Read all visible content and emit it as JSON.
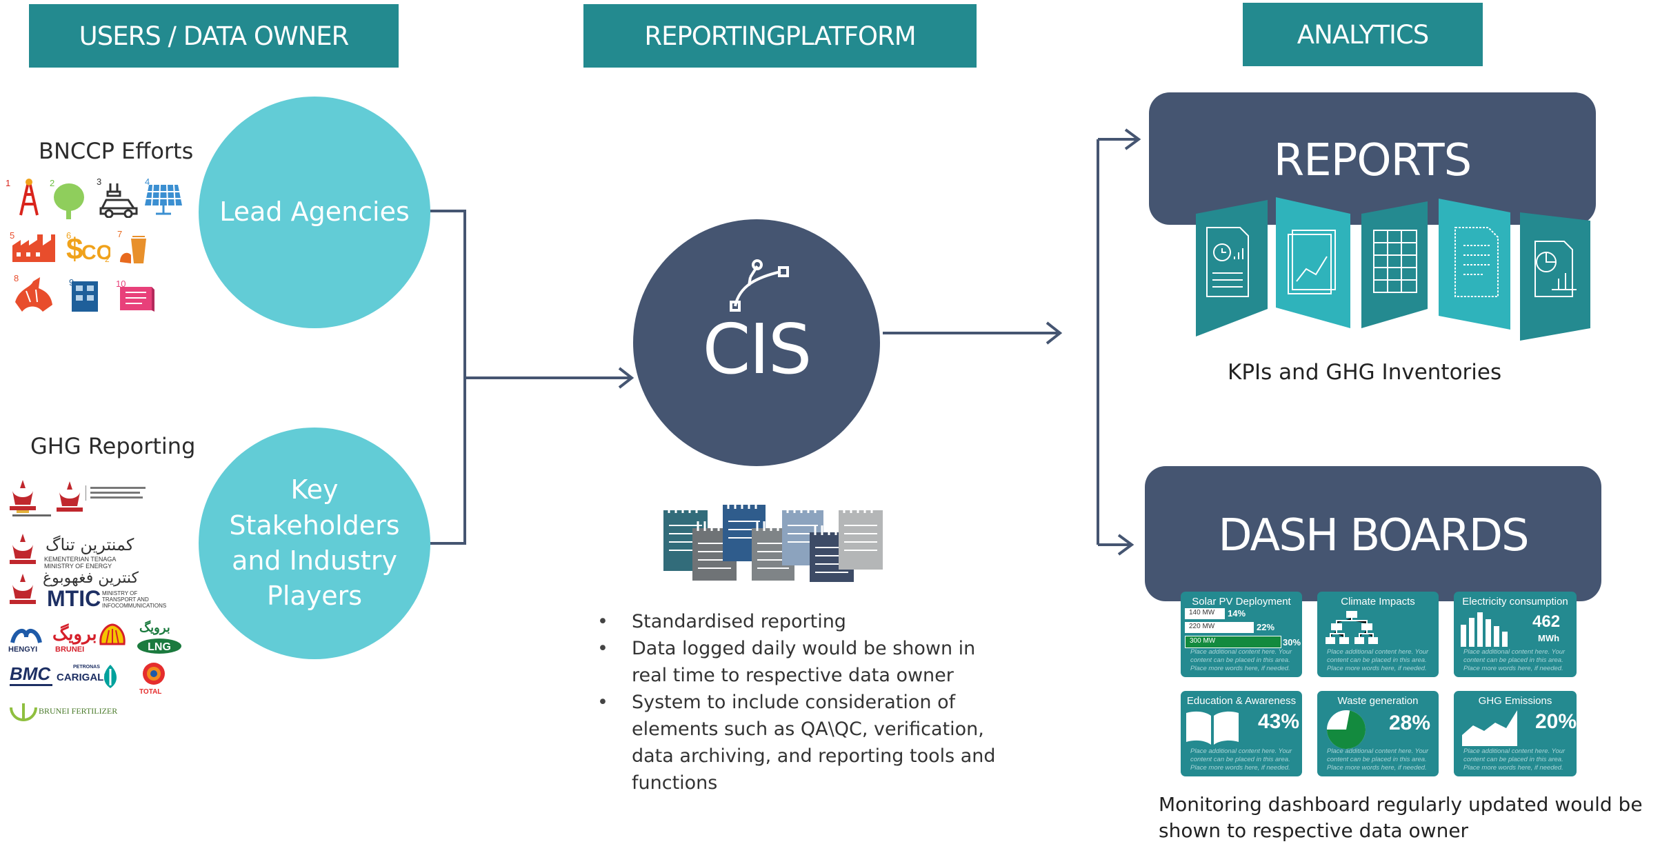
{
  "headers": {
    "users": "USERS / DATA OWNER",
    "platform": "REPORTINGPLATFORM",
    "analytics": "ANALYTICS"
  },
  "left": {
    "bnccp_title": "BNCCP Efforts",
    "efforts_numbers": [
      "1",
      "2",
      "3",
      "4",
      "5",
      "6",
      "7",
      "8",
      "9",
      "10"
    ],
    "ghg_title": "GHG Reporting",
    "ministry_texts": {
      "energy_en": "KEMENTERIAN TENAGA\nMINISTRY OF ENERGY",
      "mtic": "MTIC",
      "mtic_sub": "MINISTRY OF\nTRANSPORT AND\nINFOCOMMUNICATIONS"
    },
    "company_logos": {
      "hengyi": "HENGYI",
      "brunei": "BRUNEI",
      "lng": "LNG",
      "bmc": "BMC",
      "carigali": "CARIGALI",
      "petronas": "PETRONAS",
      "total": "TOTAL",
      "fertilizer": "BRUNEI FERTILIZER"
    }
  },
  "circles": {
    "lead": "Lead Agencies",
    "key": "Key\nStakeholders\nand Industry\nPlayers",
    "cis": "CIS"
  },
  "bullets": [
    "Standardised reporting",
    "Data logged daily would be shown in real time to respective data owner",
    "System to include consideration of elements such as QA\\QC, verification, data archiving, and reporting tools and functions"
  ],
  "reports": {
    "title": "REPORTS",
    "caption": "KPIs and GHG Inventories"
  },
  "dash": {
    "title": "DASH BOARDS",
    "caption": "Monitoring dashboard regularly updated would be shown to respective data owner",
    "placeholder": "Place additional content here. Your content can be placed in this area. Place more words here, if needed.",
    "tiles": {
      "solar": {
        "title": "Solar PV Deployment",
        "bars": [
          {
            "label": "140 MW",
            "pct": "14%",
            "value": 0.14
          },
          {
            "label": "220 MW",
            "pct": "22%",
            "value": 0.22
          },
          {
            "label": "300 MW",
            "pct": "30%",
            "value": 0.3
          }
        ]
      },
      "climate": {
        "title": "Climate Impacts"
      },
      "electricity": {
        "title": "Electricity consumption",
        "value": "462",
        "unit": "MWh"
      },
      "education": {
        "title": "Education & Awareness",
        "value": "43%"
      },
      "waste": {
        "title": "Waste generation",
        "value": "28%",
        "fraction": 0.28
      },
      "ghg": {
        "title": "GHG Emissions",
        "value": "20%"
      }
    }
  },
  "colors": {
    "teal_header": "#238a8f",
    "light_teal": "#62ccd6",
    "navy": "#455571",
    "tile_teal": "#248a90"
  }
}
